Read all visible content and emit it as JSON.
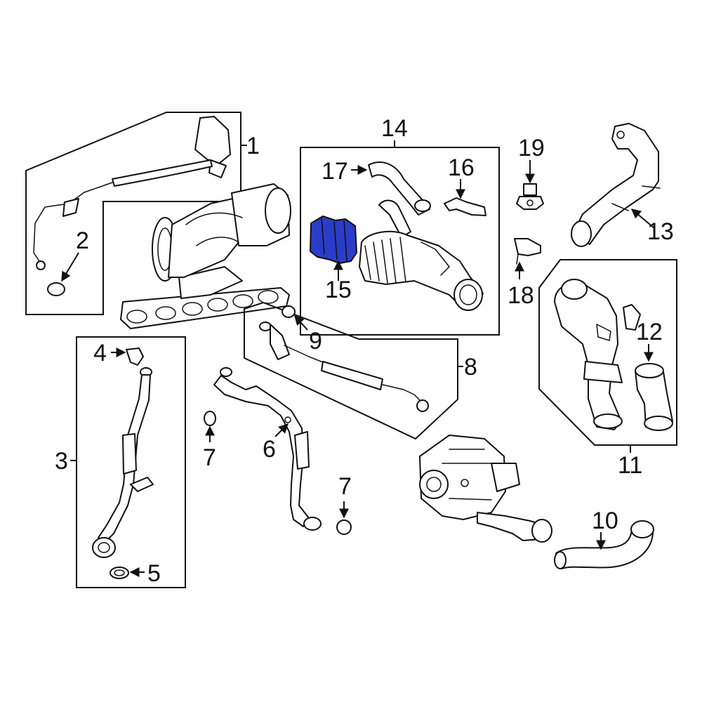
{
  "diagram": {
    "highlight_color": "#2b3cc9",
    "highlighted_part": "15",
    "callouts": {
      "c1": "1",
      "c2": "2",
      "c3": "3",
      "c4": "4",
      "c5": "5",
      "c6": "6",
      "c7a": "7",
      "c7b": "7",
      "c8": "8",
      "c9": "9",
      "c10": "10",
      "c11": "11",
      "c12": "12",
      "c13": "13",
      "c14": "14",
      "c15": "15",
      "c16": "16",
      "c17": "17",
      "c18": "18",
      "c19": "19"
    }
  }
}
